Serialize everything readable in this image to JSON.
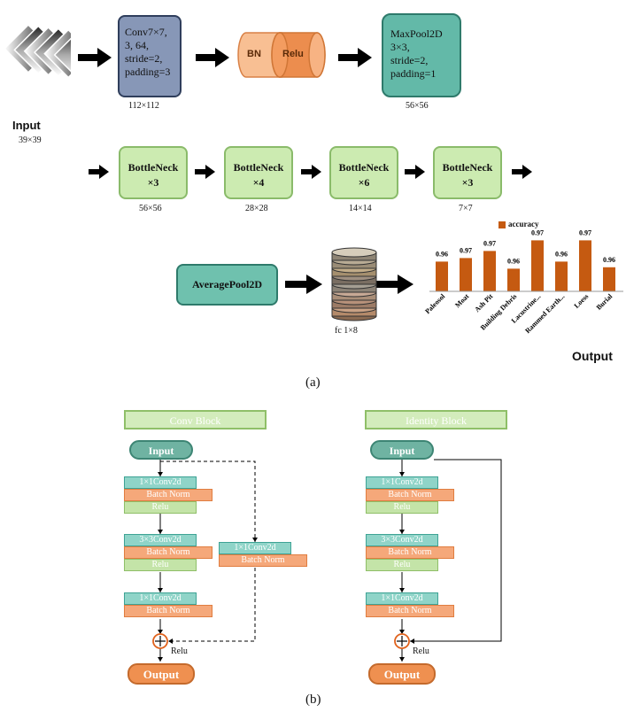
{
  "panel_a": {
    "input_label": "Input",
    "input_size": "39×39",
    "conv7_text": "Conv7×7,\n3, 64,\nstride=2,\npadding=3",
    "conv7_size": "112×112",
    "bn_label": "BN",
    "relu_label": "Relu",
    "maxpool_text": "MaxPool2D\n3×3,\nstride=2,\npadding=1",
    "maxpool_size": "56×56",
    "bottlenecks": [
      {
        "name": "BottleNeck",
        "mult": "×3",
        "size": "56×56"
      },
      {
        "name": "BottleNeck",
        "mult": "×4",
        "size": "28×28"
      },
      {
        "name": "BottleNeck",
        "mult": "×6",
        "size": "14×14"
      },
      {
        "name": "BottleNeck",
        "mult": "×3",
        "size": "7×7"
      }
    ],
    "avgpool_label": "AveragePool2D",
    "fc_label": "fc 1×8",
    "output_label": "Output",
    "caption": "(a)"
  },
  "chart_data": {
    "type": "bar",
    "categories": [
      "Paleosol",
      "Moat",
      "Ash Pit",
      "Building Debris",
      "Lacustrine...",
      "Rammed Earth...",
      "Loess",
      "Burial"
    ],
    "series": [
      {
        "name": "accuracy",
        "values": [
          0.96,
          0.97,
          0.97,
          0.96,
          0.97,
          0.96,
          0.97,
          0.96
        ]
      }
    ],
    "value_labels": [
      "0.96",
      "0.97",
      "0.97",
      "0.96",
      "0.97",
      "0.96",
      "0.97",
      "0.96"
    ],
    "bar_heights_relative": [
      0.42,
      0.47,
      0.57,
      0.32,
      0.72,
      0.42,
      0.72,
      0.34
    ],
    "legend_position": "top",
    "bar_color": "#c55a11"
  },
  "panel_b": {
    "conv_block_title": "Conv Block",
    "identity_block_title": "Identity Block",
    "input_label": "Input",
    "output_label": "Output",
    "relu_label": "Relu",
    "layers": {
      "conv1": "1×1Conv2d",
      "conv3": "3×3Conv2d",
      "batch_norm": "Batch Norm",
      "relu": "Relu"
    },
    "caption": "(b)"
  },
  "colors": {
    "conv7": "#8797b7",
    "bn_cylinder": "#f3a46b",
    "maxpool": "#63b9a8",
    "bottleneck": "#ccebb1",
    "chart_bar": "#c55a11"
  }
}
